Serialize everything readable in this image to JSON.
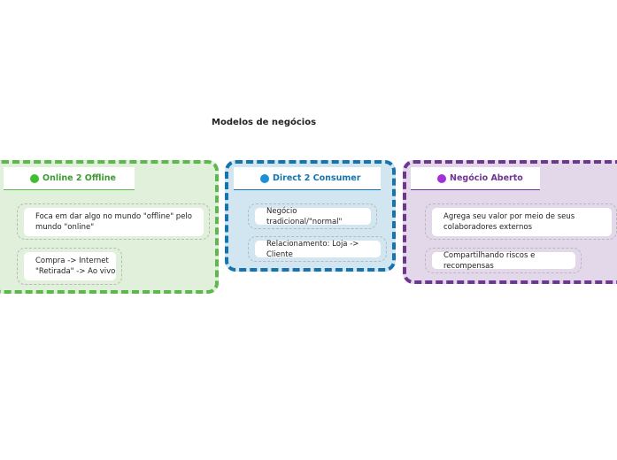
{
  "diagram": {
    "title": "Modelos de negócios",
    "branches": [
      {
        "label": "Online 2 Offline",
        "color": "#5cb84a",
        "items": [
          {
            "lines": [
              "Foca em dar algo no mundo \"offline\" pelo",
              "mundo \"online\""
            ]
          },
          {
            "lines": [
              "Compra -> Internet",
              "\"Retirada\" -> Ao vivo"
            ]
          }
        ]
      },
      {
        "label": "Direct 2 Consumer",
        "color": "#1674ad",
        "items": [
          {
            "lines": [
              "Negócio tradicional/\"normal\""
            ]
          },
          {
            "lines": [
              "Relacionamento: Loja -> Cliente"
            ]
          }
        ]
      },
      {
        "label": "Negócio Aberto",
        "color": "#6e3591",
        "items": [
          {
            "lines": [
              "Agrega seu valor por meio de seus",
              "colaboradores externos"
            ]
          },
          {
            "lines": [
              "Compartilhando riscos e recompensas"
            ]
          }
        ]
      }
    ]
  }
}
